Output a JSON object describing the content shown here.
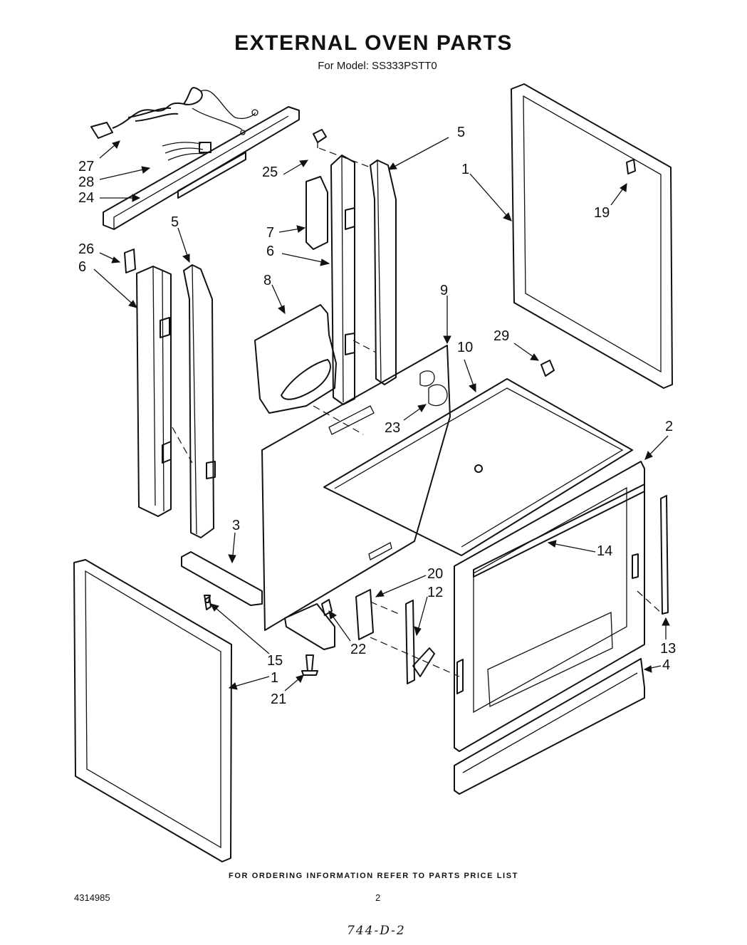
{
  "header": {
    "title": "EXTERNAL OVEN PARTS",
    "subtitle": "For Model: SS333PSTT0"
  },
  "footer": {
    "ordering_note": "FOR ORDERING INFORMATION REFER TO PARTS PRICE LIST",
    "document_number": "4314985",
    "page_number": "2",
    "handwritten_note": "744-D-2"
  },
  "callouts": {
    "c27": "27",
    "c28": "28",
    "c24": "24",
    "c25": "25",
    "c5a": "5",
    "c1a": "1",
    "c19": "19",
    "c5b": "5",
    "c26": "26",
    "c6a": "6",
    "c7": "7",
    "c6b": "6",
    "c8": "8",
    "c9": "9",
    "c10": "10",
    "c29": "29",
    "c23": "23",
    "c2": "2",
    "c3": "3",
    "c14": "14",
    "c20": "20",
    "c12": "12",
    "c15": "15",
    "c22": "22",
    "c1b": "1",
    "c21": "21",
    "c13": "13",
    "c4": "4"
  }
}
